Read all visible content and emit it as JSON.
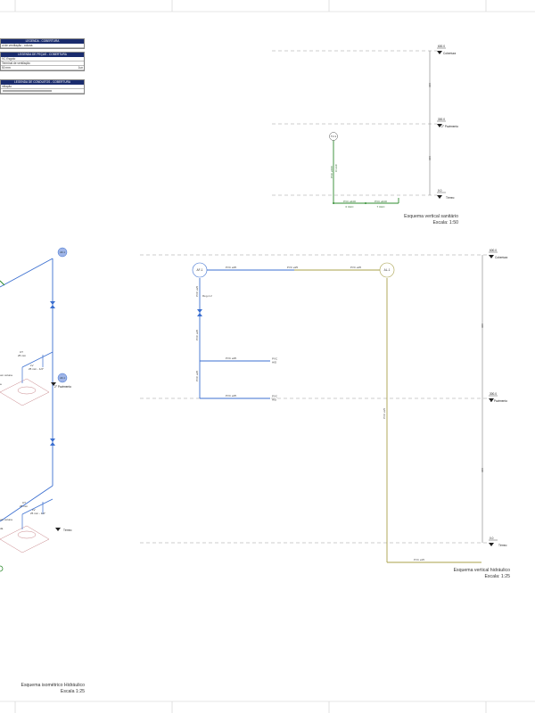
{
  "legends": {
    "cobertura": {
      "title": "LEGENDA - COBERTURA",
      "row": "ul de ventilação - coluna"
    },
    "pecas": {
      "title": "LEGENDA DE PEÇAS - COBERTURA",
      "rows": [
        "VC Esgoto",
        "Terminal de ventilação",
        "50 mm"
      ],
      "row_right": "1un"
    },
    "conduitos": {
      "title": "LEGENDA DE CONDUITOS - COBERTURA",
      "row": "ntilação"
    }
  },
  "sanitary": {
    "levels": [
      {
        "value": "600.0",
        "name": "Cobertura"
      },
      {
        "value": "300.0",
        "name": "2° Pavimento"
      },
      {
        "value": "0.0",
        "name": "Térreo"
      }
    ],
    "dim_labels": [
      "300",
      "300"
    ],
    "node": "TV-1",
    "vertical_pipe": "PVC ø100",
    "vertical_pipe_units": "0 UHC",
    "bottom_pipes": [
      {
        "label": "PVC ø100",
        "sub": "0 UHC"
      },
      {
        "label": "PVC ø100",
        "sub": "7 UHC"
      }
    ],
    "caption_title": "Esquema vertical sanitário",
    "caption_scale": "Escala: 1:50"
  },
  "hydraulic": {
    "levels": [
      {
        "value": "600.0",
        "name": "Cobertura"
      },
      {
        "value": "300.0",
        "name": "2° Pavimento"
      },
      {
        "value": "0.0",
        "name": "Térreo"
      }
    ],
    "dim_labels": [
      "300",
      "300"
    ],
    "node_af": "AF-1",
    "node_al": "AL-1",
    "top_pipe_labels": [
      "PVC ø25",
      "PVC ø25",
      "PVC ø25"
    ],
    "left_pipe_labels": [
      "PVC ø25",
      "PVC ø25",
      "PVC ø25"
    ],
    "register": "Reg-1.2",
    "branch1_pipe": "PVC ø25",
    "branch1_end": [
      "PVC",
      "HID"
    ],
    "branch2_pipe": "PVC ø25",
    "branch2_end": [
      "PVC",
      "HID"
    ],
    "right_pipe": "PVC ø25",
    "bottom_pipe": "PVC ø25",
    "caption_title": "Esquema vertical hidráulico",
    "caption_scale": "Escala: 1:25"
  },
  "isometric": {
    "nodes": [
      "AF-1",
      "AF-1"
    ],
    "level_second": "2° Pavimento",
    "level_ground": "Térreo",
    "upper_labels": {
      "code": "CT",
      "size": "25 mm",
      "lv": "LV",
      "lv_size": "25 mm - 1/2\""
    },
    "lower_labels": {
      "code": "CT",
      "size": "25 mm",
      "lv": "LV",
      "lv_size": "25 mm - 1/2\""
    },
    "side_upper": "om coluna",
    "side_lower": "om coluna",
    "caption_title": "Esquema isométrico Hidráulico",
    "caption_scale": "Escala 1:25"
  },
  "colors": {
    "pipe_blue": "#3b6fd0",
    "pipe_green": "#2e8b2e",
    "pipe_olive": "#a8a04a",
    "node_blue": "#9fb5e8",
    "legend_header": "#1a2c6e"
  }
}
